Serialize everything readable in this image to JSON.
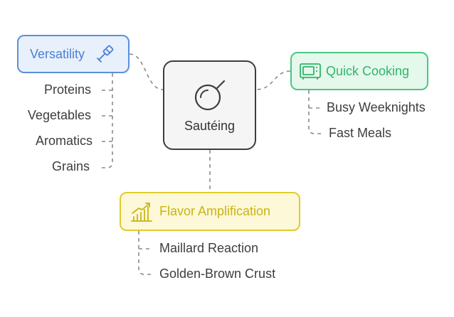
{
  "center": {
    "label": "Sautéing",
    "icon": "frying-pan-icon"
  },
  "branches": {
    "versatility": {
      "label": "Versatility",
      "icon": "spatula-icon",
      "color": "#5b8fd8",
      "items": [
        "Proteins",
        "Vegetables",
        "Aromatics",
        "Grains"
      ]
    },
    "quick_cooking": {
      "label": "Quick Cooking",
      "icon": "microwave-icon",
      "color": "#4bc782",
      "items": [
        "Busy Weeknights",
        "Fast Meals"
      ]
    },
    "flavor_amplification": {
      "label": "Flavor Amplification",
      "icon": "chart-growth-icon",
      "color": "#e0cc2a",
      "items": [
        "Maillard Reaction",
        "Golden-Brown Crust"
      ]
    }
  }
}
